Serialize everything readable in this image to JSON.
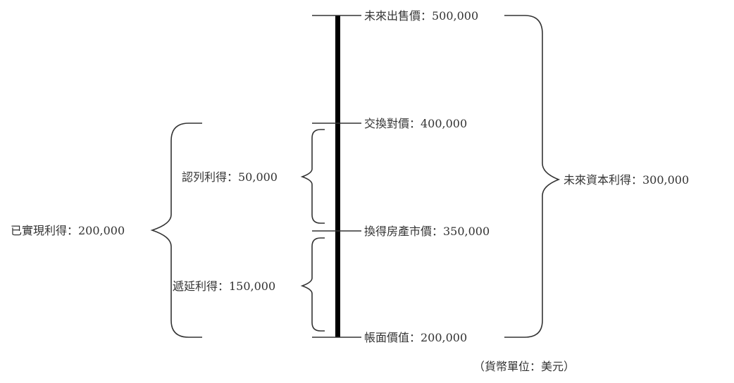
{
  "axis_points": [
    {
      "label": "未來出售價：500,000",
      "value": 500000
    },
    {
      "label": "交換對價：400,000",
      "value": 400000
    },
    {
      "label": "換得房產市價：350,000",
      "value": 350000
    },
    {
      "label": "帳面價值：200,000",
      "value": 200000
    }
  ],
  "braces": {
    "future_capital_gain": "未來資本利得：300,000",
    "realized_gain": "已實現利得：200,000",
    "recognized_gain": "認列利得：50,000",
    "deferred_gain": "遞延利得：150,000"
  },
  "unit_note": "（貨幣單位：美元）"
}
